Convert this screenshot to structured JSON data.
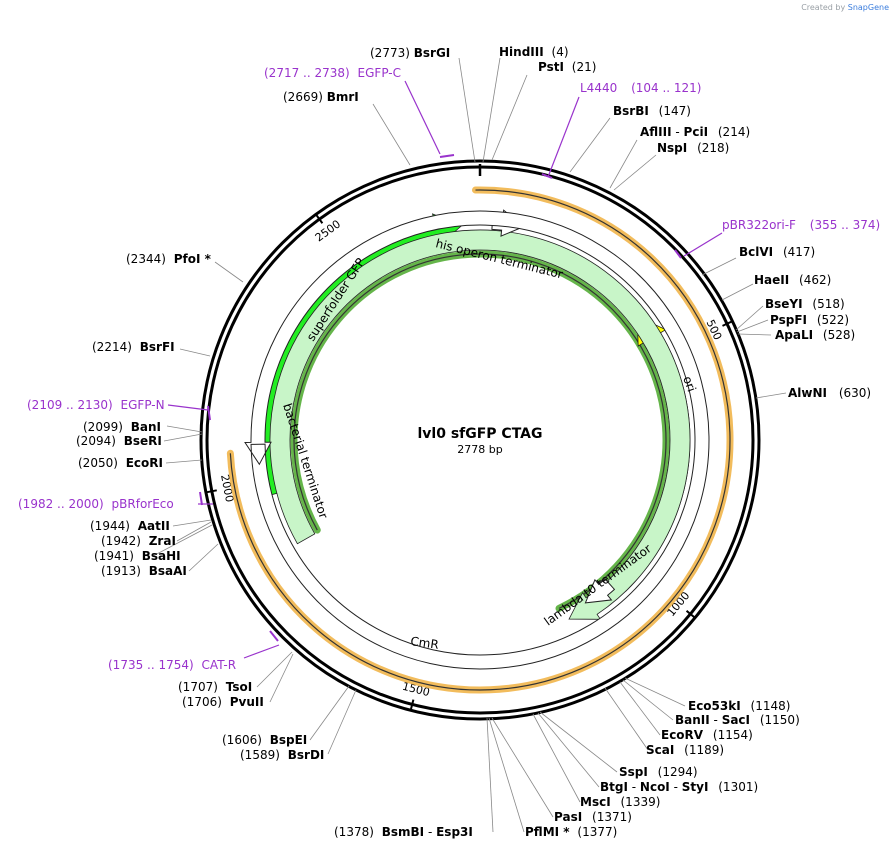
{
  "credit": {
    "prefix": "Created by",
    "brand": "SnapGene"
  },
  "plasmid": {
    "name": "lvl0 sfGFP CTAG",
    "length_label": "2778 bp",
    "length": 2778
  },
  "ticks": [
    {
      "pos": 500,
      "label": "500"
    },
    {
      "pos": 1000,
      "label": "1000"
    },
    {
      "pos": 1500,
      "label": "1500"
    },
    {
      "pos": 2000,
      "label": "2000"
    },
    {
      "pos": 2500,
      "label": "2500"
    }
  ],
  "features": [
    {
      "id": "superfolder-gfp",
      "label": "superfolder GFP",
      "start": 1970,
      "end": 2740,
      "dir": 1,
      "color": "#22ee22",
      "stroke": "#000000",
      "level": 1
    },
    {
      "id": "ori",
      "label": "ori",
      "start": 1050,
      "end": 400,
      "dir": -1,
      "color": "#ffff00",
      "stroke": "#000000",
      "level": 1
    },
    {
      "id": "cmr",
      "label": "CmR",
      "start": 1855,
      "end": 1185,
      "dir": 1,
      "color": "#c8f5c8",
      "stroke": "#000000",
      "level": 2
    },
    {
      "id": "his-operon-terminator",
      "label": "his operon terminator",
      "start": 25,
      "end": 90,
      "dir": 1,
      "color": "#ffffff",
      "stroke": "#000000",
      "level": 1,
      "kind": "terminator"
    },
    {
      "id": "lambda-t0-terminator",
      "label": "lambda t0 terminator",
      "start": 1065,
      "end": 1135,
      "dir": 1,
      "color": "#ffffff",
      "stroke": "#000000",
      "level": 2,
      "kind": "terminator"
    },
    {
      "id": "bacterial-terminator",
      "label": "bacterial terminator",
      "start": 2075,
      "end": 2035,
      "dir": -1,
      "color": "#ffffff",
      "stroke": "#000000",
      "level": 1,
      "kind": "terminator"
    }
  ],
  "highlights": [
    {
      "id": "orange-band",
      "start": 2060,
      "end": 2770,
      "color": "#f0b040"
    },
    {
      "id": "green-band",
      "start": 1860,
      "end": 1195,
      "color": "#4aa82a"
    }
  ],
  "enzymes": [
    {
      "name": "BsrGI",
      "pos": "(2773)"
    },
    {
      "name": "HindIII",
      "pos": "(4)"
    },
    {
      "name": "PstI",
      "pos": "(21)"
    },
    {
      "name": "BmrI",
      "pos": "(2669)"
    },
    {
      "name": "BsrBI",
      "pos": "(147)"
    },
    {
      "name": "AflIII",
      "name2": "PciI",
      "pos": "(214)"
    },
    {
      "name": "NspI",
      "pos": "(218)"
    },
    {
      "name": "BclVI",
      "pos": "(417)"
    },
    {
      "name": "HaeII",
      "pos": "(462)"
    },
    {
      "name": "BseYI",
      "pos": "(518)"
    },
    {
      "name": "PspFI",
      "pos": "(522)"
    },
    {
      "name": "ApaLI",
      "pos": "(528)"
    },
    {
      "name": "AlwNI",
      "pos": "(630)"
    },
    {
      "name": "PfoI *",
      "pos": "(2344)"
    },
    {
      "name": "BsrFI",
      "pos": "(2214)"
    },
    {
      "name": "BanI",
      "pos": "(2099)"
    },
    {
      "name": "BseRI",
      "pos": "(2094)"
    },
    {
      "name": "EcoRI",
      "pos": "(2050)"
    },
    {
      "name": "AatII",
      "pos": "(1944)"
    },
    {
      "name": "ZraI",
      "pos": "(1942)"
    },
    {
      "name": "BsaHI",
      "pos": "(1941)"
    },
    {
      "name": "BsaAI",
      "pos": "(1913)"
    },
    {
      "name": "TsoI",
      "pos": "(1707)"
    },
    {
      "name": "PvuII",
      "pos": "(1706)"
    },
    {
      "name": "BspEI",
      "pos": "(1606)"
    },
    {
      "name": "BsrDI",
      "pos": "(1589)"
    },
    {
      "name": "Eco53kI",
      "pos": "(1148)"
    },
    {
      "name": "BanII",
      "name2": "SacI",
      "pos": "(1150)"
    },
    {
      "name": "EcoRV",
      "pos": "(1154)"
    },
    {
      "name": "ScaI",
      "pos": "(1189)"
    },
    {
      "name": "SspI",
      "pos": "(1294)"
    },
    {
      "name": "BtgI",
      "name2": "NcoI",
      "name3": "StyI",
      "pos": "(1301)"
    },
    {
      "name": "MscI",
      "pos": "(1339)"
    },
    {
      "name": "PasI",
      "pos": "(1371)"
    },
    {
      "name": "PflMI *",
      "pos": "(1377)"
    },
    {
      "name": "BsmBI",
      "name2": "Esp3I",
      "pos": "(1378)"
    }
  ],
  "primers": [
    {
      "name": "EGFP-C",
      "range": "(2717 .. 2738)"
    },
    {
      "name": "L4440",
      "range": "(104 .. 121)"
    },
    {
      "name": "pBR322ori-F",
      "range": "(355 .. 374)"
    },
    {
      "name": "EGFP-N",
      "range": "(2109 .. 2130)"
    },
    {
      "name": "pBRforEco",
      "range": "(1982 .. 2000)"
    },
    {
      "name": "CAT-R",
      "range": "(1735 .. 1754)"
    }
  ]
}
